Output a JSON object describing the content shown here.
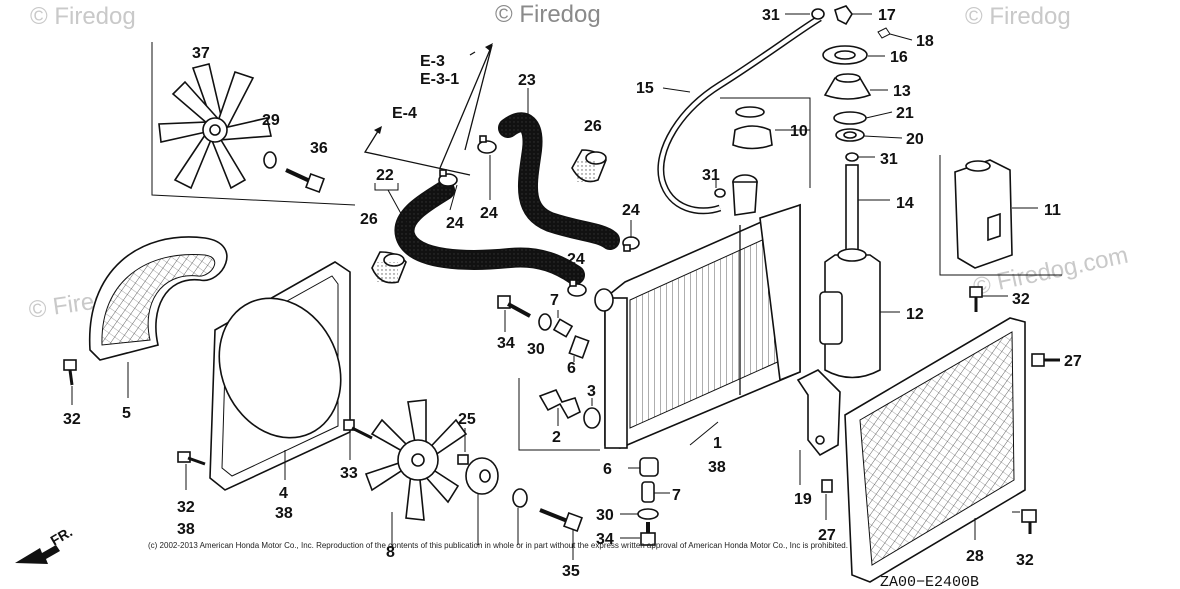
{
  "watermarks": [
    "© Firedog",
    "© Firedog",
    "© Firedog",
    "© Firedog",
    "© Firedog.com"
  ],
  "references": [
    "E-3",
    "E-3-1",
    "E-4"
  ],
  "callouts": {
    "c1": "1",
    "c2": "2",
    "c3": "3",
    "c4": "4",
    "c5": "5",
    "c6a": "6",
    "c6b": "6",
    "c7a": "7",
    "c7b": "7",
    "c8": "8",
    "c10": "10",
    "c11": "11",
    "c12": "12",
    "c13": "13",
    "c14": "14",
    "c15": "15",
    "c16": "16",
    "c17": "17",
    "c18": "18",
    "c19": "19",
    "c20": "20",
    "c21": "21",
    "c22": "22",
    "c23": "23",
    "c24a": "24",
    "c24b": "24",
    "c24c": "24",
    "c24d": "24",
    "c25": "25",
    "c26a": "26",
    "c26b": "26",
    "c27a": "27",
    "c27b": "27",
    "c28": "28",
    "c29": "29",
    "c30a": "30",
    "c30b": "30",
    "c31a": "31",
    "c31b": "31",
    "c31c": "31",
    "c32a": "32",
    "c32b": "32",
    "c32c": "32",
    "c32d": "32",
    "c33": "33",
    "c34a": "34",
    "c34b": "34",
    "c35": "35",
    "c36": "36",
    "c37": "37",
    "c38a": "38",
    "c38b": "38",
    "c38c": "38"
  },
  "copyright": "(c) 2002-2013 American Honda Motor Co., Inc. Reproduction of the contents of this publication in whole or in part without the express written approval of American Honda Motor Co., Inc is prohibited.",
  "diagram_code": "ZA00−E2400B",
  "front_label": "FR."
}
